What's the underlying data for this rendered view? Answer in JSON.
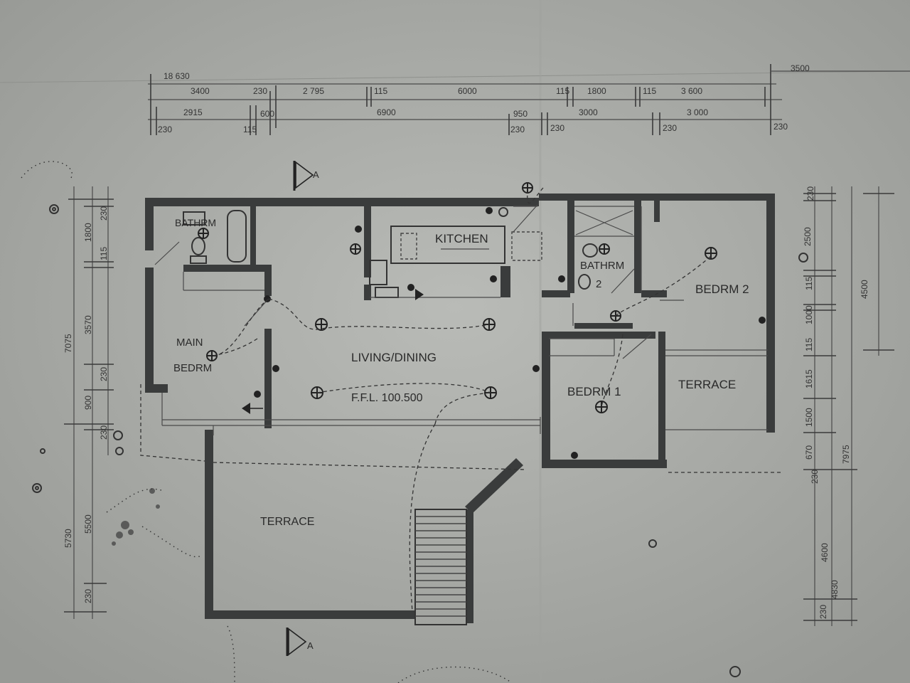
{
  "rooms": {
    "bathroom_main": "BATHRM",
    "kitchen": "KITCHEN",
    "bathroom_2_line1": "BATHRM",
    "bathroom_2_line2": "2",
    "bedroom_2": "BEDRM 2",
    "main_bedroom_line1": "MAIN",
    "main_bedroom_line2": "BEDRM",
    "living_dining": "LIVING/DINING",
    "floor_level": "F.F.L.  100.500",
    "bedroom_1": "BEDRM 1",
    "terrace_east": "TERRACE",
    "terrace_south": "TERRACE"
  },
  "section_markers": {
    "top": "A",
    "bottom": "A"
  },
  "dimensions": {
    "top": {
      "overall": "18 630",
      "right_overall": "3500",
      "row1": [
        "3400",
        "230",
        "2 795",
        "115",
        "6000",
        "115",
        "1800",
        "115",
        "3 600"
      ],
      "row2": [
        "2915",
        "600",
        "6900",
        "950",
        "3000",
        "3 000"
      ],
      "row3": [
        "230",
        "115",
        "230",
        "230",
        "230",
        "230"
      ]
    },
    "left": {
      "overall": "7075",
      "overall_lower": "5730",
      "segments": [
        "230",
        "1800",
        "115",
        "3570",
        "230",
        "900",
        "230",
        "5500",
        "230"
      ]
    },
    "right": {
      "segments": [
        "230",
        "2500",
        "115",
        "1000",
        "115",
        "1615",
        "1500",
        "670",
        "230",
        "4600",
        "230"
      ],
      "upper": "4500",
      "overall": "7975",
      "lower": "4830"
    }
  },
  "colors": {
    "paper": "#a9aba7",
    "ink": "#3a3c3c"
  }
}
